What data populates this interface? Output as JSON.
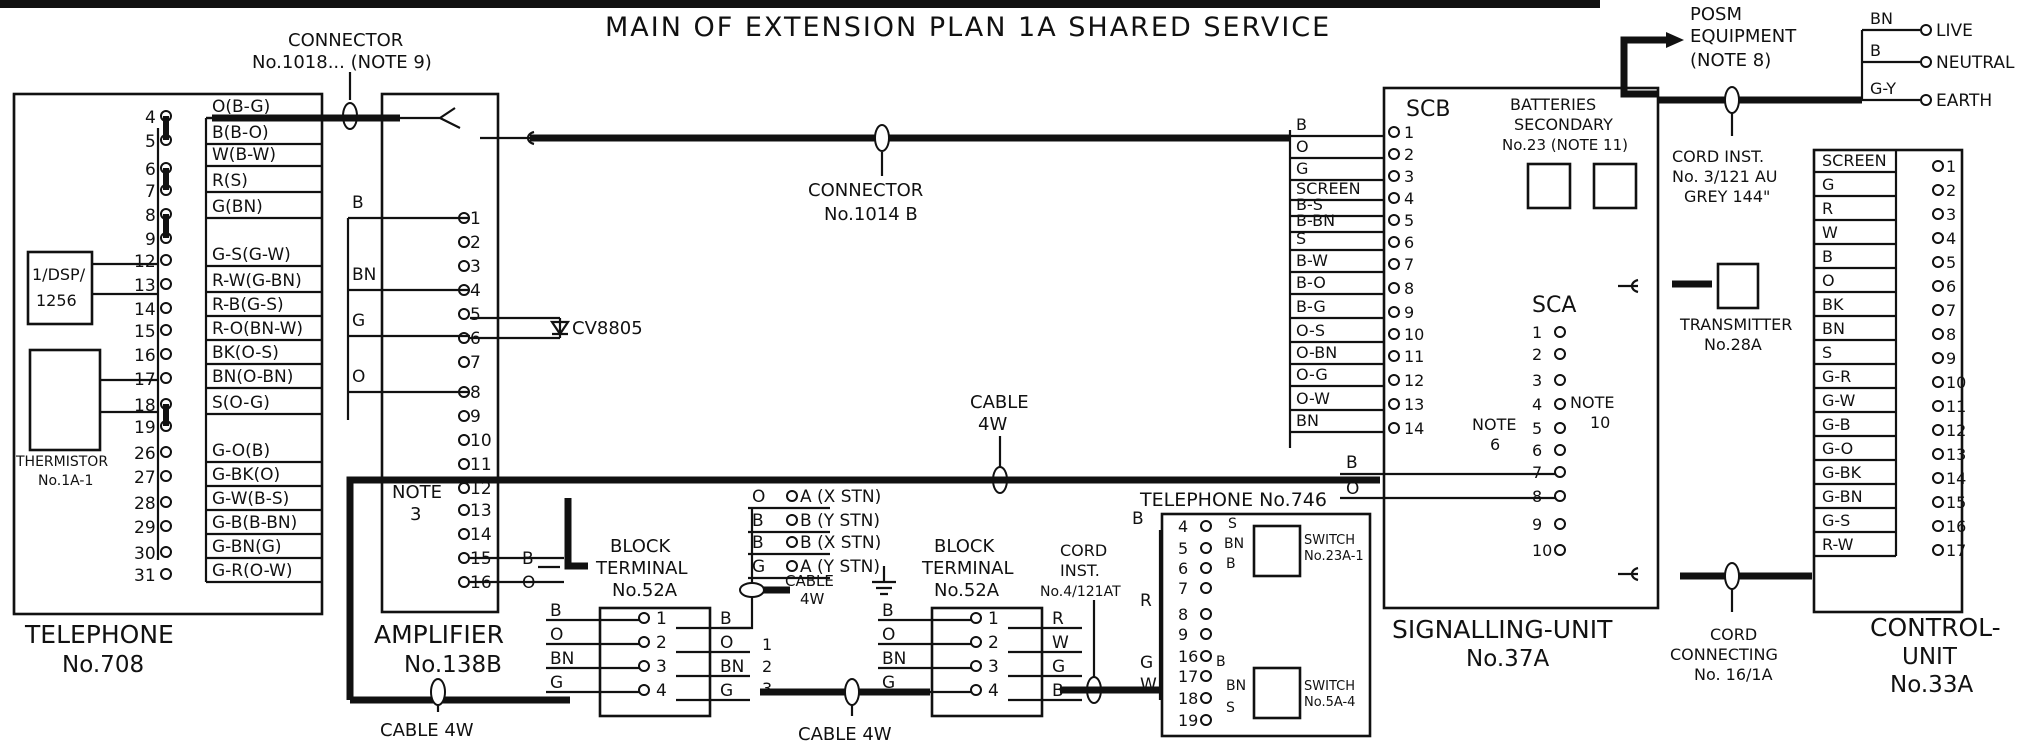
{
  "title": "MAIN OF EXTENSION PLAN 1A   SHARED SERVICE",
  "telephone": {
    "label1": "TELEPHONE",
    "label2": "No.708",
    "terminals": [
      "4",
      "5",
      "6",
      "7",
      "8",
      "9",
      "12",
      "13",
      "14",
      "15",
      "16",
      "17",
      "18",
      "19",
      "26",
      "27",
      "28",
      "29",
      "30",
      "31"
    ],
    "wires": [
      "O(B-G)",
      "B(B-O)",
      "W(B-W)",
      "R(S)",
      "G(BN)",
      "G-S(G-W)",
      "R-W(G-BN)",
      "R-B(G-S)",
      "R-O(BN-W)",
      "BK(O-S)",
      "BN(O-BN)",
      "S(O-G)",
      "G-O(B)",
      "G-BK(O)",
      "G-W(B-S)",
      "G-B(B-BN)",
      "G-BN(G)",
      "G-R(O-W)"
    ],
    "dsp1": "1/DSP/",
    "dsp2": "1256",
    "thermistor1": "THERMISTOR",
    "thermistor2": "No.1A-1"
  },
  "connector_top": {
    "line1": "CONNECTOR",
    "line2": "No.1018... (NOTE 9)"
  },
  "amplifier": {
    "label1": "AMPLIFIER",
    "label2": "No.138B",
    "terminals": [
      "1",
      "2",
      "3",
      "4",
      "5",
      "6",
      "7",
      "8",
      "9",
      "10",
      "11",
      "12",
      "13",
      "14",
      "15",
      "16"
    ],
    "wires": [
      "B",
      "BN",
      "G",
      "O",
      "B",
      "O"
    ],
    "note": [
      "NOTE",
      "3"
    ],
    "cv": "CV8805"
  },
  "connector_mid": {
    "line1": "CONNECTOR",
    "line2": "No.1014 B"
  },
  "cable_4w": "CABLE 4W",
  "cable_4w_mid": [
    "CABLE",
    "4W"
  ],
  "cable_small": [
    "CABLE",
    "4W"
  ],
  "block_terminal": {
    "line1": "BLOCK",
    "line2": "TERMINAL",
    "line3": "No.52A",
    "terminals": [
      "1",
      "2",
      "3",
      "4"
    ],
    "left": [
      "B",
      "O",
      "BN",
      "G"
    ],
    "right": [
      "B",
      "O",
      "BN",
      "G"
    ],
    "right2": [
      "R",
      "W",
      "G",
      "B"
    ],
    "mid_nums": [
      "1",
      "2",
      "3"
    ]
  },
  "stn": {
    "colors": [
      "O",
      "B",
      "B",
      "G"
    ],
    "names": [
      "A (X STN)",
      "B (Y STN)",
      "B (X STN)",
      "A (Y STN)"
    ]
  },
  "cord_inst_left": {
    "line1": "CORD",
    "line2": "INST.",
    "line3": "No.4/121AT"
  },
  "tel746": {
    "label": "TELEPHONE No.746",
    "terminals": [
      "4",
      "5",
      "6",
      "7",
      "8",
      "9",
      "16",
      "17",
      "18",
      "19"
    ],
    "wires": [
      "B",
      "R",
      "G",
      "W"
    ],
    "sw_wires": [
      "S",
      "BN",
      "B",
      "B",
      "BN",
      "S"
    ],
    "switch1": [
      "SWITCH",
      "No.23A-1"
    ],
    "switch2": [
      "SWITCH",
      "No.5A-4"
    ]
  },
  "signalling": {
    "label1": "SIGNALLING-UNIT",
    "label2": "No.37A",
    "scb": "SCB",
    "sca": "SCA",
    "scb_terms": [
      "1",
      "2",
      "3",
      "4",
      "5",
      "6",
      "7",
      "8",
      "9",
      "10",
      "11",
      "12",
      "13",
      "14"
    ],
    "scb_wires": [
      "B",
      "O",
      "G",
      "SCREEN",
      "B-S",
      "B-BN",
      "S",
      "B-W",
      "B-O",
      "B-G",
      "O-S",
      "O-BN",
      "O-G",
      "O-W",
      "BN"
    ],
    "sca_terms": [
      "1",
      "2",
      "3",
      "4",
      "5",
      "6",
      "7",
      "8",
      "9",
      "10"
    ],
    "batteries": [
      "BATTERIES",
      "SECONDARY",
      "No.23 (NOTE 11)"
    ],
    "note6": [
      "NOTE",
      "6"
    ],
    "note10": [
      "NOTE",
      "10"
    ],
    "sca_wires": [
      "B",
      "O"
    ]
  },
  "posm": [
    "POSM",
    "EQUIPMENT",
    "(NOTE 8)"
  ],
  "mains": {
    "wires": [
      "BN",
      "B",
      "G-Y"
    ],
    "labels": [
      "LIVE",
      "NEUTRAL",
      "EARTH"
    ]
  },
  "cord_grey": [
    "CORD INST.",
    "No. 3/121 AU",
    "GREY 144\""
  ],
  "transmitter": [
    "TRANSMITTER",
    "No.28A"
  ],
  "cord_connecting": [
    "CORD",
    "CONNECTING",
    "No. 16/1A"
  ],
  "control": {
    "label1": "CONTROL-",
    "label2": "UNIT",
    "label3": "No.33A",
    "wires": [
      "SCREEN",
      "G",
      "R",
      "W",
      "B",
      "O",
      "BK",
      "BN",
      "S",
      "G-R",
      "G-W",
      "G-B",
      "G-O",
      "G-BK",
      "G-BN",
      "G-S",
      "R-W"
    ],
    "terms": [
      "1",
      "2",
      "3",
      "4",
      "5",
      "6",
      "7",
      "8",
      "9",
      "10",
      "11",
      "12",
      "13",
      "14",
      "15",
      "16",
      "17"
    ]
  }
}
